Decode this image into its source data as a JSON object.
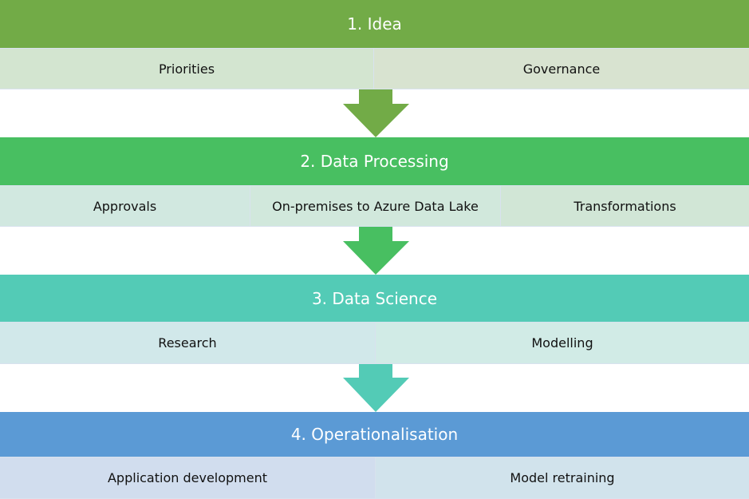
{
  "stages": [
    {
      "title": "1. Idea",
      "color": "#72ab47",
      "items": [
        "Priorities",
        "Governance"
      ],
      "item_colors": [
        "#d3e5d0",
        "#d8e3d0"
      ]
    },
    {
      "title": "2. Data Processing",
      "color": "#48bf61",
      "items": [
        "Approvals",
        "On-premises to Azure Data Lake",
        "Transformations"
      ],
      "item_colors": [
        "#d1e8e0",
        "#d1e8dc",
        "#d1e6d6"
      ]
    },
    {
      "title": "3. Data Science",
      "color": "#53cbb6",
      "items": [
        "Research",
        "Modelling"
      ],
      "item_colors": [
        "#d1e8ea",
        "#d1ebe6"
      ]
    },
    {
      "title": "4. Operationalisation",
      "color": "#5b9ad5",
      "items": [
        "Application development",
        "Model retraining"
      ],
      "item_colors": [
        "#d1ddee",
        "#d1e3ec"
      ]
    }
  ]
}
